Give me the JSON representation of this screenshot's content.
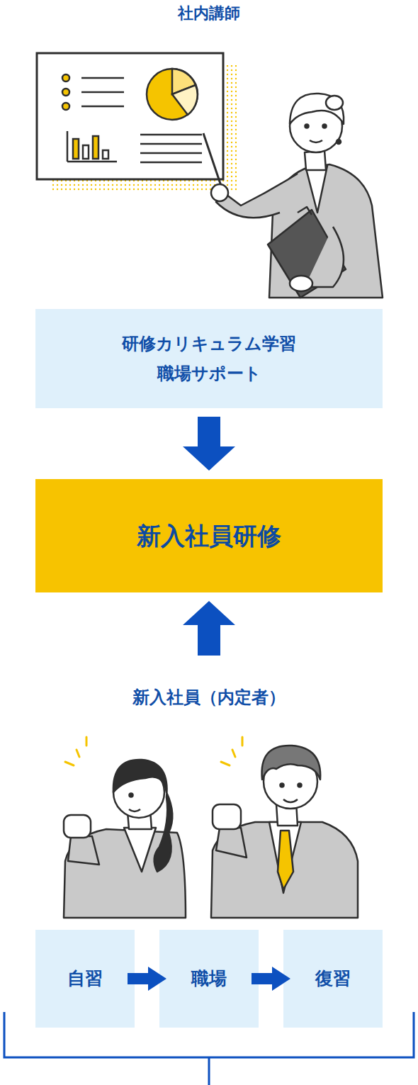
{
  "diagram": {
    "nodes": [
      {
        "text": [
          "研修カリキュラム学習",
          "職場サポート"
        ]
      },
      {
        "text": [
          "新入社員研修"
        ]
      },
      {
        "text": [
          "自習"
        ]
      },
      {
        "text": [
          "職場"
        ]
      },
      {
        "text": [
          "復習"
        ]
      }
    ],
    "edges": [
      {
        "from": 0,
        "to": 1,
        "arrow": "to"
      },
      {
        "from": 2,
        "to": 3,
        "arrow": "to"
      },
      {
        "from": 3,
        "to": 4,
        "arrow": "to"
      }
    ],
    "labels": [
      "社内講師",
      "新入社員（内定者）"
    ]
  }
}
